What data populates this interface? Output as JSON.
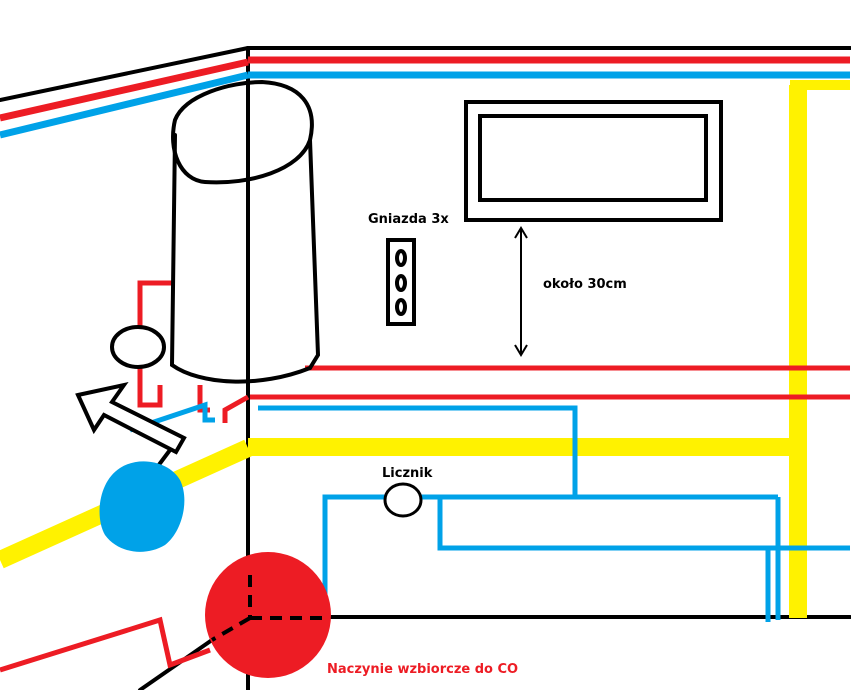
{
  "labels": {
    "sockets": "Gniazda 3x",
    "distance": "około 30cm",
    "meter": "Licznik",
    "expansion_vessel": "Naczynie wzbiorcze do CO"
  },
  "colors": {
    "hot_pipe": "#ed1c24",
    "cold_pipe": "#00a2e8",
    "gas_pipe": "#fff200",
    "outline": "#000000",
    "label_red": "#ed1c24"
  }
}
